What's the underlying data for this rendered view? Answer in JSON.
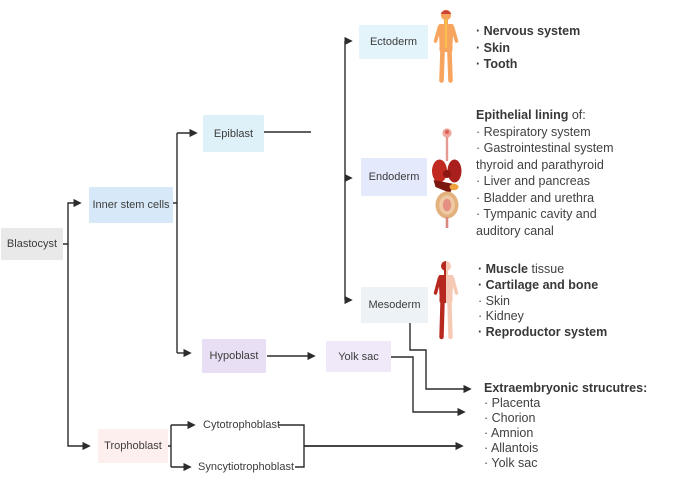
{
  "nodes": {
    "blastocyst": {
      "label": "Blastocyst"
    },
    "inner_stem_cells": {
      "label": "Inner stem cells"
    },
    "epiblast": {
      "label": "Epiblast"
    },
    "hypoblast": {
      "label": "Hypoblast"
    },
    "ectoderm": {
      "label": "Ectoderm"
    },
    "endoderm": {
      "label": "Endoderm"
    },
    "mesoderm": {
      "label": "Mesoderm"
    },
    "yolk_sac": {
      "label": "Yolk sac"
    },
    "trophoblast": {
      "label": "Trophoblast"
    },
    "cytotrophoblast": {
      "label": "Cytotrophoblast"
    },
    "syncytiotrophoblast": {
      "label": "Syncytiotrophoblast"
    }
  },
  "lists": {
    "ectoderm": {
      "items": [
        "· Nervous system",
        "· Skin",
        "· Tooth"
      ]
    },
    "endoderm": {
      "title_bold": "Epithelial lining",
      "title_rest": " of:",
      "items": [
        "· Respiratory system",
        "· Gastrointestinal system",
        "thyroid and parathyroid",
        "· Liver and pancreas",
        "· Bladder and urethra",
        "· Tympanic cavity and",
        "auditory canal"
      ]
    },
    "mesoderm": {
      "items": [
        {
          "b": "· Muscle",
          "r": " tissue"
        },
        {
          "b": "· Cartilage and bone",
          "r": ""
        },
        {
          "b": "",
          "r": "· Skin"
        },
        {
          "b": "",
          "r": "· Kidney"
        },
        {
          "b": "· Reproductor system",
          "r": ""
        }
      ]
    },
    "extraembryonic": {
      "title": "Extraembryonic strucutres:",
      "items": [
        "· Placenta",
        "· Chorion",
        "· Amnion",
        "· Allantois",
        "· Yolk sac"
      ]
    }
  },
  "icons": {
    "ectoderm": "human-body-icon",
    "endoderm": "internal-organs-icon",
    "mesoderm": "muscular-body-icon"
  },
  "colors": {
    "line": "#2c2c2c",
    "text": "#3d3d3d",
    "blastocyst_bg": "#e9e9e9",
    "inner_stem_cells_bg": "#d7e9f9",
    "epiblast_bg": "#def1f8",
    "ectoderm_bg": "#e3f4fb",
    "endoderm_bg": "#e4e9fb",
    "mesoderm_bg": "#edf2f6",
    "hypoblast_bg": "#e9dff4",
    "yolk_sac_bg": "#f0e9fa",
    "trophoblast_bg": "#fdefed",
    "body_icon_fill": "#f7a55e",
    "muscle_icon_dark": "#b7281e",
    "muscle_icon_light": "#f5c9b4"
  }
}
